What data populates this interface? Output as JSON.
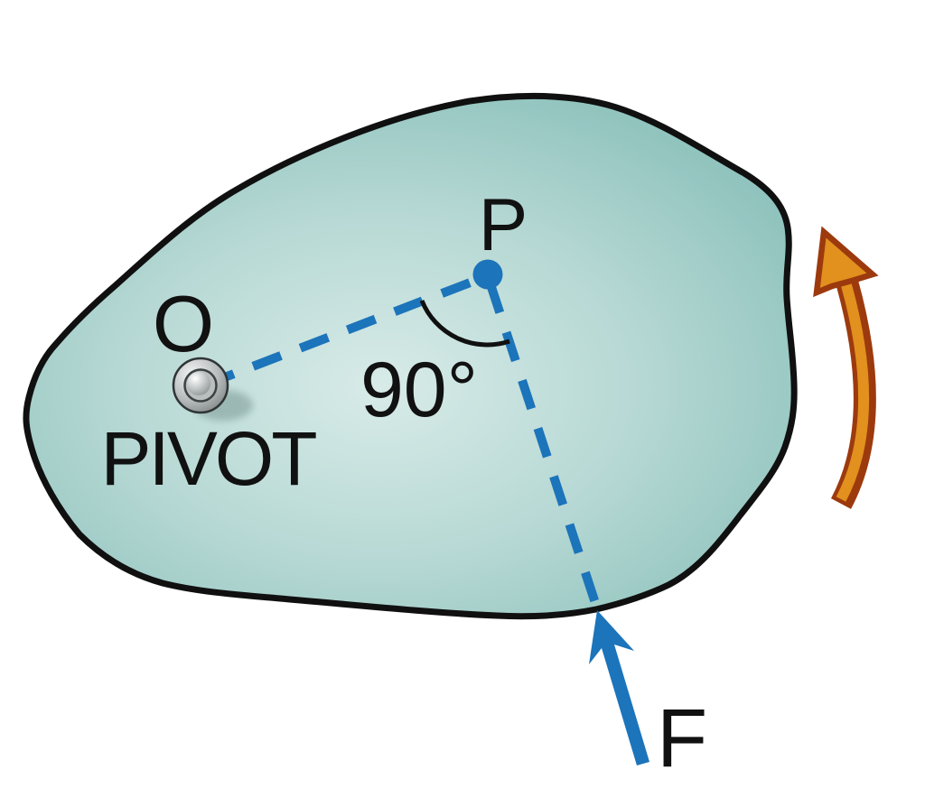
{
  "diagram": {
    "labels": {
      "pivot": "O",
      "pivot_caption": "PIVOT",
      "point": "P",
      "angle": "90°",
      "force": "F"
    },
    "angle_degrees": 90,
    "colors": {
      "background": "#ffffff",
      "body_fill_center": "#d8ebe8",
      "body_fill_mid": "#b6d8d4",
      "body_fill_edge": "#90c3bd",
      "outline_black": "#101010",
      "force_blue": "#1c74ba",
      "rotation_arrow_fill": "#e2901e",
      "rotation_arrow_outline": "#9c3a0e",
      "pin_highlight": "#f4f5f5",
      "pin_shade": "#7f8686"
    },
    "icons": {
      "pivot_pin": "metallic-pin",
      "force_arrow": "straight-arrow-up-left",
      "rotation_arrow": "curved-arrow-counterclockwise"
    }
  }
}
